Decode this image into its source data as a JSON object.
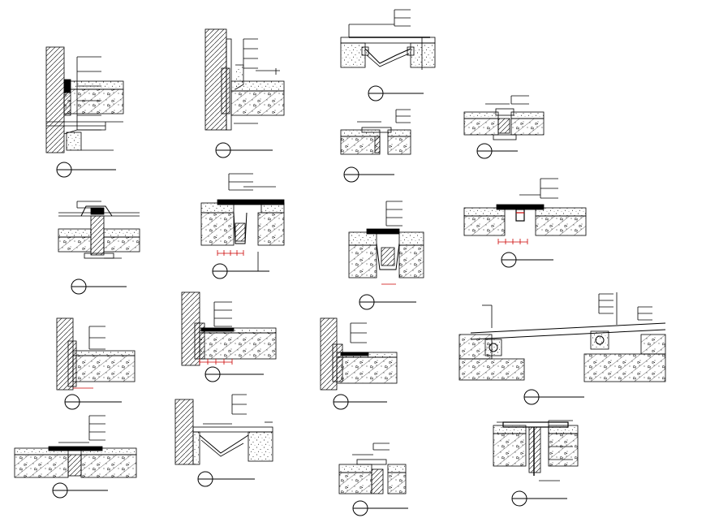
{
  "drawing": {
    "kind": "expansion-joint-detail-sheet",
    "line_color": "#000000",
    "accent_color": "#cc0000",
    "background": "#ffffff"
  },
  "details": [
    {
      "id": "detail-1",
      "type": "wall-floor-joint"
    },
    {
      "id": "detail-2",
      "type": "wall-floor-joint"
    },
    {
      "id": "detail-3",
      "type": "v-gutter-floor-joint"
    },
    {
      "id": "detail-4",
      "type": "floor-joint-cover"
    },
    {
      "id": "detail-5",
      "type": "floor-joint-cover"
    },
    {
      "id": "detail-6",
      "type": "floor-joint-seal"
    },
    {
      "id": "detail-7",
      "type": "floor-joint-deep-seal"
    },
    {
      "id": "detail-8",
      "type": "floor-joint-deep-seal"
    },
    {
      "id": "detail-9",
      "type": "floor-joint-plate"
    },
    {
      "id": "detail-10",
      "type": "wall-floor-joint"
    },
    {
      "id": "detail-11",
      "type": "wall-floor-joint"
    },
    {
      "id": "detail-12",
      "type": "wall-floor-joint"
    },
    {
      "id": "detail-13",
      "type": "ramp-joint"
    },
    {
      "id": "detail-14",
      "type": "floor-joint-plate"
    },
    {
      "id": "detail-15",
      "type": "wall-v-gutter-joint"
    },
    {
      "id": "detail-16",
      "type": "floor-joint-cover"
    },
    {
      "id": "detail-17",
      "type": "floor-joint-deep-seal"
    }
  ]
}
